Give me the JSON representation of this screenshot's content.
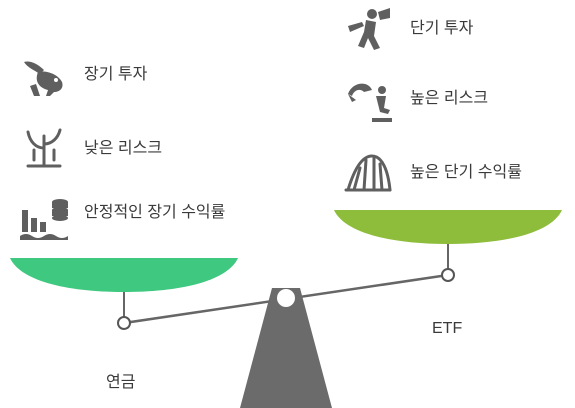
{
  "colors": {
    "pan_left": "#3fc880",
    "pan_right": "#8dbd3a",
    "beam": "#666666",
    "fulcrum": "#6b6b6b",
    "icon": "#5f5f5f"
  },
  "left_side": {
    "caption": "연금",
    "items": [
      {
        "label": "장기 투자",
        "icon": "rabbit-icon"
      },
      {
        "label": "낮은 리스크",
        "icon": "desert-plant-icon"
      },
      {
        "label": "안정적인 장기 수익률",
        "icon": "stacked-bars-coins-icon"
      }
    ]
  },
  "right_side": {
    "caption": "ETF",
    "items": [
      {
        "label": "단기 투자",
        "icon": "runner-icon"
      },
      {
        "label": "높은 리스크",
        "icon": "skydiver-icon"
      },
      {
        "label": "높은 단기 수익률",
        "icon": "roller-coaster-icon"
      }
    ]
  }
}
